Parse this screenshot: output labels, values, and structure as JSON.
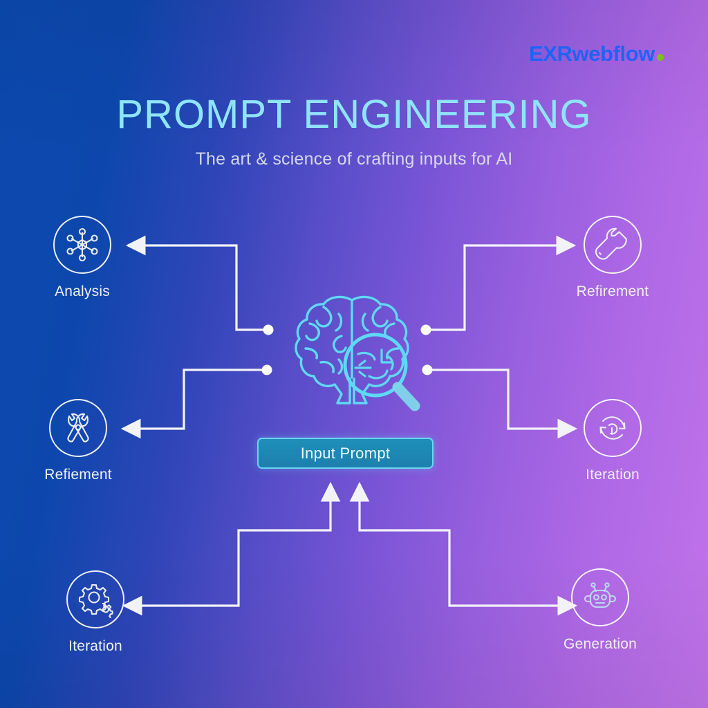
{
  "brand": {
    "part1": "EXR",
    "part2": "webflow",
    "dot_color": "#7bc11a",
    "color": "#1f63f5"
  },
  "header": {
    "title": "PROMPT ENGINEERING",
    "subtitle": "The art & science of crafting inputs for AI",
    "title_color": "#8fe4fb",
    "subtitle_color": "#dfe2ee"
  },
  "center": {
    "brain_icon": "brain-magnifier-icon",
    "brain_color": "#5fd9f5"
  },
  "prompt": {
    "label": "Input Prompt",
    "border_color": "#6ad6f0",
    "fill_color": "#1f8fb9"
  },
  "nodes": [
    {
      "id": "analysis",
      "label": "Analysis",
      "icon": "network-hub-icon",
      "side": "left"
    },
    {
      "id": "refiement-l",
      "label": "Refiement",
      "icon": "tools-cross-icon",
      "side": "left"
    },
    {
      "id": "iteration-l",
      "label": "Iteration",
      "icon": "gears-icon",
      "side": "left"
    },
    {
      "id": "refirement-r",
      "label": "Refirement",
      "icon": "wrench-icon",
      "side": "right"
    },
    {
      "id": "iteration-r",
      "label": "Iteration",
      "icon": "refresh-cycle-icon",
      "side": "right"
    },
    {
      "id": "generation",
      "label": "Generation",
      "icon": "robot-head-icon",
      "side": "right"
    }
  ],
  "connectors": [
    {
      "from": "brain",
      "to": "analysis",
      "marker": "arrow-left"
    },
    {
      "from": "brain",
      "to": "refiement-l",
      "marker": "arrow-left"
    },
    {
      "from": "brain",
      "to": "refirement-r",
      "marker": "arrow-right"
    },
    {
      "from": "brain",
      "to": "iteration-r",
      "marker": "arrow-right"
    },
    {
      "from": "prompt",
      "to": "iteration-l",
      "marker": "arrow-left"
    },
    {
      "from": "prompt",
      "to": "generation",
      "marker": "arrow-right"
    }
  ],
  "background": {
    "left_color": "#0b49ae",
    "right_color": "#c173ea"
  }
}
